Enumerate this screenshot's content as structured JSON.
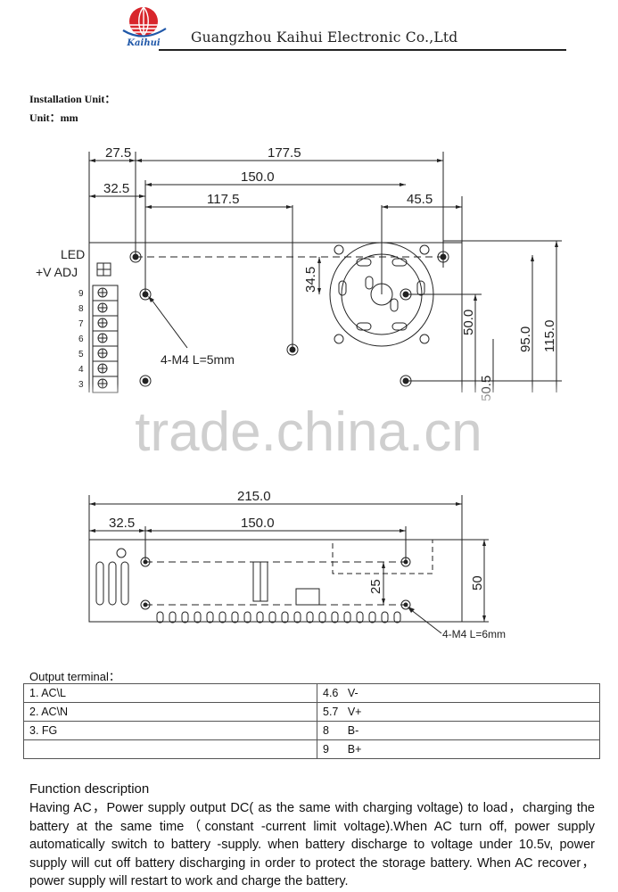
{
  "header": {
    "logo_text": "Kaihui",
    "company": "Guangzhou Kaihui Electronic Co.,Ltd"
  },
  "installation": {
    "title": "Installation Unit：",
    "unit": "Unit：mm"
  },
  "drawing_top": {
    "dim_27_5": "27.5",
    "dim_177_5": "177.5",
    "dim_150_0": "150.0",
    "dim_32_5": "32.5",
    "dim_117_5": "117.5",
    "dim_45_5": "45.5",
    "dim_34_5": "34.5",
    "dim_50_0": "50.0",
    "dim_95_0": "95.0",
    "dim_115_0": "115.0",
    "dim_50_5": "50.5",
    "label_led": "LED",
    "label_adj": "+V ADJ",
    "terminal_numbers": [
      "9",
      "8",
      "7",
      "6",
      "5",
      "4",
      "3"
    ],
    "screw_note": "4-M4 L=5mm"
  },
  "drawing_side": {
    "dim_215_0": "215.0",
    "dim_32_5": "32.5",
    "dim_150_0": "150.0",
    "dim_25": "25",
    "dim_50": "50",
    "screw_note": "4-M4 L=6mm"
  },
  "watermark": "trade.china.cn",
  "output_terminal": {
    "title": "Output terminal：",
    "rows": [
      {
        "left": "1. AC\\L",
        "num": "4.6",
        "sig": "V-"
      },
      {
        "left": "2. AC\\N",
        "num": "5.7",
        "sig": "V+"
      },
      {
        "left": "3. FG",
        "num": "8",
        "sig": "B-"
      },
      {
        "left": "",
        "num": "9",
        "sig": "B+"
      }
    ]
  },
  "function": {
    "title": "Function description",
    "body": "Having AC，Power supply output DC( as the same with charging voltage) to load，charging the battery at the same time（constant -current limit voltage).When AC turn off, power supply automatically switch to battery -supply. when battery discharge to voltage under 10.5v, power supply will cut off battery discharging in order to protect the storage battery. When AC recover，power supply will restart to work and charge the battery."
  },
  "colors": {
    "logo_red": "#d8262c",
    "logo_blue": "#1f57a8",
    "line": "#222222",
    "watermark": "#cfcfcf"
  }
}
